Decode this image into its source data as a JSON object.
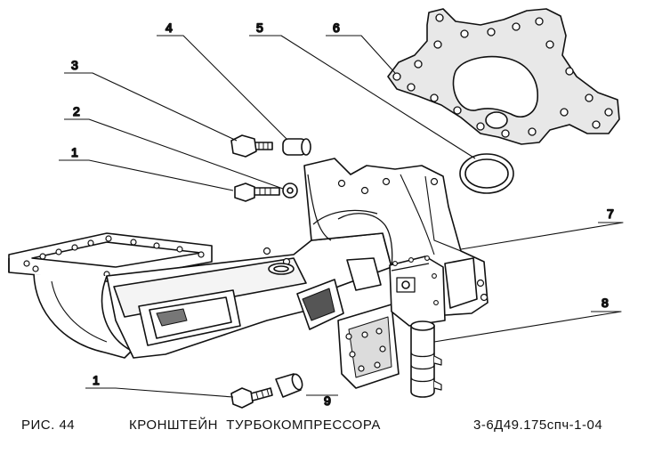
{
  "callouts": {
    "c1_top": "1",
    "c2": "2",
    "c3": "3",
    "c4": "4",
    "c5": "5",
    "c6": "6",
    "c7": "7",
    "c8": "8",
    "c1_bottom": "1",
    "c9": "9"
  },
  "caption": {
    "figure_label": "РИС. 44",
    "title": "КРОНШТЕЙН  ТУРБОКОМПРЕССОРА",
    "code": "3-6Д49.175спч-1-04"
  },
  "colors": {
    "ink": "#111111",
    "paper": "#ffffff",
    "shade": "#9a9a9a"
  }
}
